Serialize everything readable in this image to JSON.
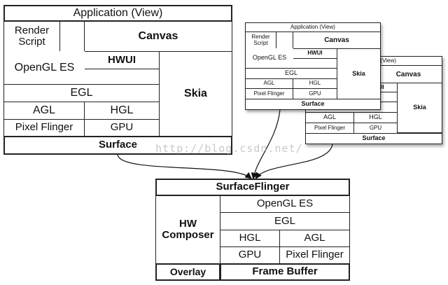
{
  "labels": {
    "application": "Application (View)",
    "render_script": "Render\nScript",
    "canvas": "Canvas",
    "hwui": "HWUI",
    "opengl_es": "OpenGL ES",
    "skia": "Skia",
    "egl": "EGL",
    "agl": "AGL",
    "hgl": "HGL",
    "pixel_flinger": "Pixel Flinger",
    "gpu": "GPU",
    "surface": "Surface"
  },
  "flinger": {
    "title": "SurfaceFlinger",
    "hw_composer": "HW\nComposer",
    "opengl_es": "OpenGL ES",
    "egl": "EGL",
    "hgl": "HGL",
    "agl": "AGL",
    "gpu": "GPU",
    "pixel_flinger": "Pixel Flinger",
    "overlay": "Overlay",
    "frame_buffer": "Frame Buffer"
  },
  "watermark": "http://blog.csdn.net/"
}
